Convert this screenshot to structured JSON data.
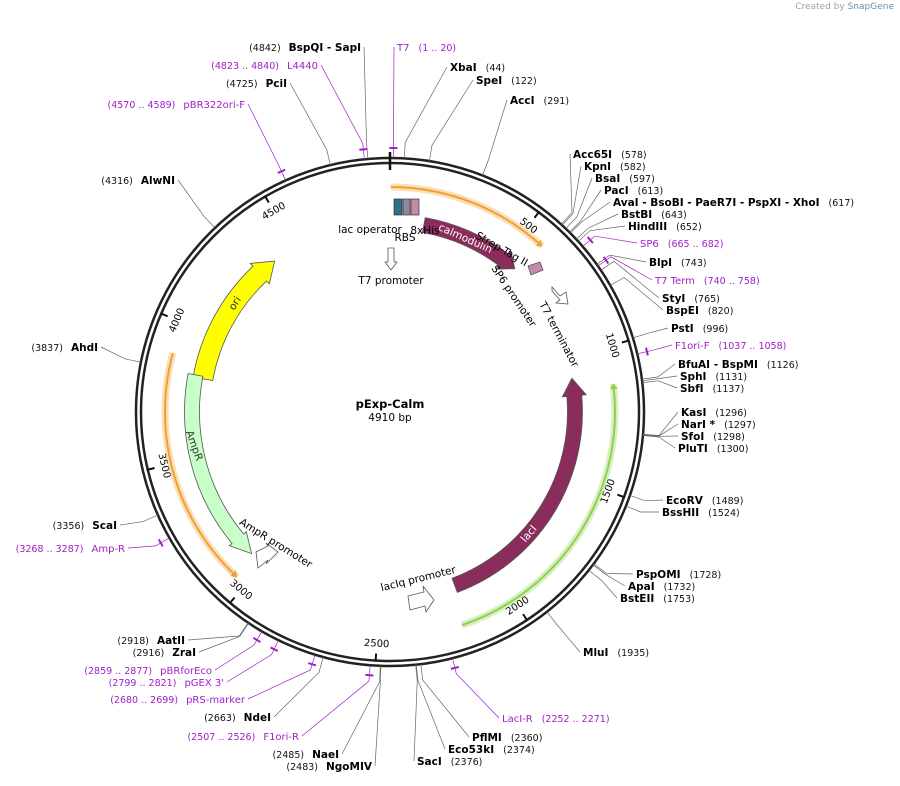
{
  "app": {
    "watermark_prefix": "Created by",
    "watermark_brand": "SnapGene"
  },
  "plasmid": {
    "name": "pExp-Calm",
    "size_label": "4910 bp",
    "length": 4910
  },
  "ticks": [
    {
      "bp": 500,
      "label": "500"
    },
    {
      "bp": 1000,
      "label": "1000"
    },
    {
      "bp": 1500,
      "label": "1500"
    },
    {
      "bp": 2000,
      "label": "2000"
    },
    {
      "bp": 2500,
      "label": "2500"
    },
    {
      "bp": 3000,
      "label": "3000"
    },
    {
      "bp": 3500,
      "label": "3500"
    },
    {
      "bp": 4000,
      "label": "4000"
    },
    {
      "bp": 4500,
      "label": "4500"
    }
  ],
  "enzymes_right": [
    {
      "name": "XbaI",
      "pos": "(44)",
      "bp": 44,
      "label": [
        450,
        71
      ]
    },
    {
      "name": "SpeI",
      "pos": "(122)",
      "bp": 122,
      "label": [
        476,
        84
      ]
    },
    {
      "name": "AccI",
      "pos": "(291)",
      "bp": 291,
      "label": [
        510,
        104
      ]
    },
    {
      "name": "Acc65I",
      "pos": "(578)",
      "bp": 578,
      "label": [
        573,
        158
      ]
    },
    {
      "name": "KpnI",
      "pos": "(582)",
      "bp": 582,
      "label": [
        584,
        170
      ]
    },
    {
      "name": "BsaI",
      "pos": "(597)",
      "bp": 597,
      "label": [
        595,
        182
      ]
    },
    {
      "name": "PacI",
      "pos": "(613)",
      "bp": 613,
      "label": [
        604,
        194
      ]
    },
    {
      "name": "AvaI   - BsoBI   - PaeR7I   - PspXI   - XhoI",
      "pos": "(617)",
      "bp": 617,
      "label": [
        613,
        206
      ]
    },
    {
      "name": "BstBI",
      "pos": "(643)",
      "bp": 643,
      "label": [
        621,
        218
      ]
    },
    {
      "name": "HindIII",
      "pos": "(652)",
      "bp": 652,
      "label": [
        628,
        230
      ]
    },
    {
      "name": "BlpI",
      "pos": "(743)",
      "bp": 743,
      "label": [
        649,
        266
      ]
    },
    {
      "name": "StyI",
      "pos": "(765)",
      "bp": 765,
      "label": [
        662,
        302
      ]
    },
    {
      "name": "BspEI",
      "pos": "(820)",
      "bp": 820,
      "label": [
        666,
        314
      ]
    },
    {
      "name": "PstI",
      "pos": "(996)",
      "bp": 996,
      "label": [
        671,
        332
      ]
    },
    {
      "name": "BfuAI   - BspMI",
      "pos": "(1126)",
      "bp": 1126,
      "label": [
        678,
        368
      ]
    },
    {
      "name": "SphI",
      "pos": "(1131)",
      "bp": 1131,
      "label": [
        680,
        380
      ]
    },
    {
      "name": "SbfI",
      "pos": "(1137)",
      "bp": 1137,
      "label": [
        680,
        392
      ]
    },
    {
      "name": "KasI",
      "pos": "(1296)",
      "bp": 1296,
      "label": [
        681,
        416
      ]
    },
    {
      "name": "NarI *",
      "pos": "(1297)",
      "bp": 1297,
      "label": [
        681,
        428
      ]
    },
    {
      "name": "SfoI",
      "pos": "(1298)",
      "bp": 1298,
      "label": [
        681,
        440
      ]
    },
    {
      "name": "PluTI",
      "pos": "(1300)",
      "bp": 1300,
      "label": [
        678,
        452
      ]
    },
    {
      "name": "EcoRV",
      "pos": "(1489)",
      "bp": 1489,
      "label": [
        666,
        504
      ]
    },
    {
      "name": "BssHII",
      "pos": "(1524)",
      "bp": 1524,
      "label": [
        662,
        516
      ]
    },
    {
      "name": "PspOMI",
      "pos": "(1728)",
      "bp": 1728,
      "label": [
        636,
        578
      ]
    },
    {
      "name": "ApaI",
      "pos": "(1732)",
      "bp": 1732,
      "label": [
        628,
        590
      ]
    },
    {
      "name": "BstEII",
      "pos": "(1753)",
      "bp": 1753,
      "label": [
        620,
        602
      ]
    },
    {
      "name": "MluI",
      "pos": "(1935)",
      "bp": 1935,
      "label": [
        583,
        656
      ]
    },
    {
      "name": "PflMI",
      "pos": "(2360)",
      "bp": 2360,
      "label": [
        472,
        741
      ]
    },
    {
      "name": "Eco53kI",
      "pos": "(2374)",
      "bp": 2374,
      "label": [
        448,
        753
      ]
    },
    {
      "name": "SacI",
      "pos": "(2376)",
      "bp": 2376,
      "label": [
        417,
        765
      ]
    }
  ],
  "enzymes_left": [
    {
      "name": "BspQI   - SapI",
      "pos": "(4842)",
      "bp": 4842,
      "label": [
        361,
        51
      ]
    },
    {
      "name": "PciI",
      "pos": "(4725)",
      "bp": 4725,
      "label": [
        287,
        87
      ]
    },
    {
      "name": "AlwNI",
      "pos": "(4316)",
      "bp": 4316,
      "label": [
        175,
        184
      ]
    },
    {
      "name": "AhdI",
      "pos": "(3837)",
      "bp": 3837,
      "label": [
        98,
        351
      ]
    },
    {
      "name": "ScaI",
      "pos": "(3356)",
      "bp": 3356,
      "label": [
        117,
        529
      ]
    },
    {
      "name": "AatII",
      "pos": "(2918)",
      "bp": 2918,
      "label": [
        185,
        644
      ]
    },
    {
      "name": "ZraI",
      "pos": "(2916)",
      "bp": 2916,
      "label": [
        196,
        656
      ]
    },
    {
      "name": "NdeI",
      "pos": "(2663)",
      "bp": 2663,
      "label": [
        271,
        721
      ]
    },
    {
      "name": "NaeI",
      "pos": "(2485)",
      "bp": 2485,
      "label": [
        339,
        758
      ]
    },
    {
      "name": "NgoMIV",
      "pos": "(2483)",
      "bp": 2483,
      "label": [
        372,
        770
      ]
    }
  ],
  "primers_right": [
    {
      "name": "T7",
      "pos": "(1 .. 20)",
      "bp": 10,
      "label": [
        397,
        51
      ]
    },
    {
      "name": "SP6",
      "pos": "(665 .. 682)",
      "bp": 673,
      "label": [
        640,
        247
      ]
    },
    {
      "name": "T7 Term",
      "pos": "(740 .. 758)",
      "bp": 749,
      "label": [
        655,
        284
      ]
    },
    {
      "name": "F1ori-F",
      "pos": "(1037 .. 1058)",
      "bp": 1047,
      "label": [
        675,
        349
      ]
    },
    {
      "name": "LacI-R",
      "pos": "(2252 .. 2271)",
      "bp": 2261,
      "label": [
        502,
        722
      ]
    }
  ],
  "primers_left": [
    {
      "name": "L4440",
      "pos": "(4823 .. 4840)",
      "bp": 4831,
      "label": [
        318,
        69
      ]
    },
    {
      "name": "pBR322ori-F",
      "pos": "(4570 .. 4589)",
      "bp": 4579,
      "label": [
        245,
        108
      ]
    },
    {
      "name": "Amp-R",
      "pos": "(3268 .. 3287)",
      "bp": 3277,
      "label": [
        125,
        552
      ]
    },
    {
      "name": "pBRforEco",
      "pos": "(2859 .. 2877)",
      "bp": 2868,
      "label": [
        212,
        674
      ]
    },
    {
      "name": "pGEX 3'",
      "pos": "(2799 .. 2821)",
      "bp": 2810,
      "label": [
        224,
        686
      ]
    },
    {
      "name": "pRS-marker",
      "pos": "(2680 .. 2699)",
      "bp": 2689,
      "label": [
        245,
        703
      ]
    },
    {
      "name": "F1ori-R",
      "pos": "(2507 .. 2526)",
      "bp": 2516,
      "label": [
        299,
        740
      ]
    }
  ],
  "features": {
    "lacI": {
      "label": "lacI",
      "start": 1084,
      "end": 2176,
      "radius": 185,
      "color": "#8b2d5c",
      "dir": "ccw"
    },
    "ori": {
      "label": "ori",
      "start": 3820,
      "end": 4400,
      "radius": 190,
      "color": "#ffff00",
      "dir": "cw"
    },
    "ampR": {
      "label": "AmpR",
      "start": 3060,
      "end": 3830,
      "radius": 198,
      "color": "#c8ffc8",
      "dir": "ccw"
    },
    "calmodulin": {
      "label": "calmodulin",
      "start": 140,
      "end": 560,
      "radius": 190,
      "color": "#8b2d5c",
      "dir": "cw"
    },
    "orf_top": {
      "start": 3,
      "end": 580,
      "radius": 225,
      "color": "#f0a030",
      "dir": "cw"
    },
    "orf_left": {
      "start": 3040,
      "end": 3890,
      "radius": 225,
      "color": "#f0a030",
      "dir": "ccw"
    },
    "orf_right": {
      "start": 1130,
      "end": 2200,
      "radius": 225,
      "color": "#90d050",
      "dir": "ccw"
    }
  },
  "labels": {
    "lac_operator": "lac operator",
    "his": "8xHis",
    "rbs": "RBS",
    "t7_promoter": "T7 promoter",
    "strep_tag": "Strep-Tag II",
    "sp6_promoter": "SP6 promoter",
    "t7_terminator": "T7 terminator",
    "ampr_promoter": "AmpR promoter",
    "laciq_promoter": "lacIq promoter"
  }
}
